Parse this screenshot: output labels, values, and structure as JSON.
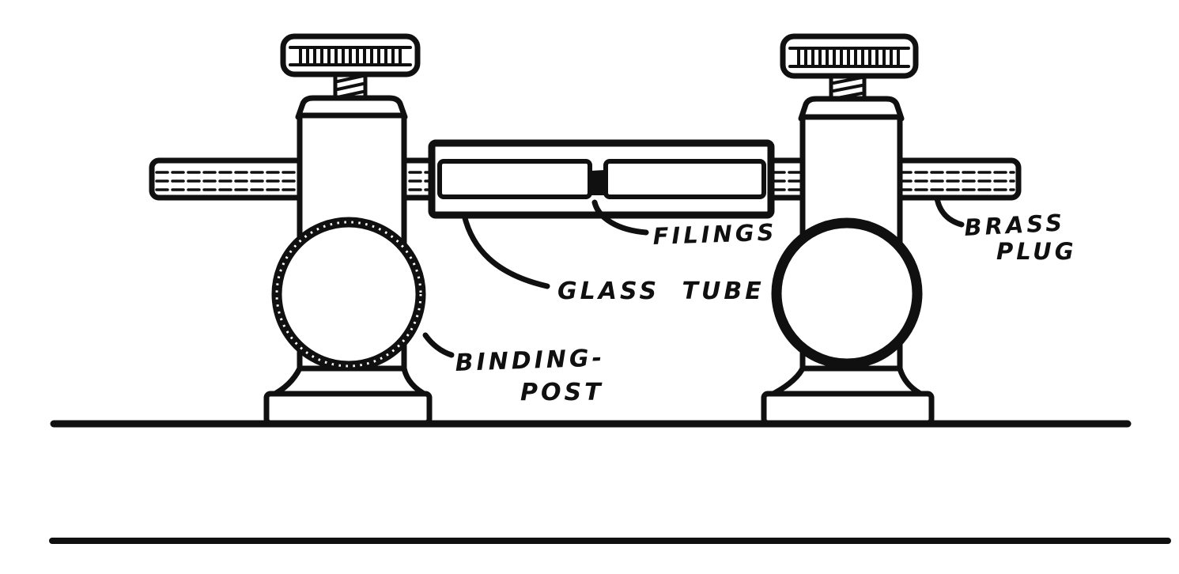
{
  "colors": {
    "ink": "#101010",
    "paper": "#ffffff"
  },
  "labels": {
    "filings": "FILINGS",
    "glass_tube": "GLASS TUBE",
    "binding_post_line1": "BINDING-",
    "binding_post_line2": "POST",
    "brass_plug_line1": "BRASS",
    "brass_plug_line2": "PLUG"
  }
}
